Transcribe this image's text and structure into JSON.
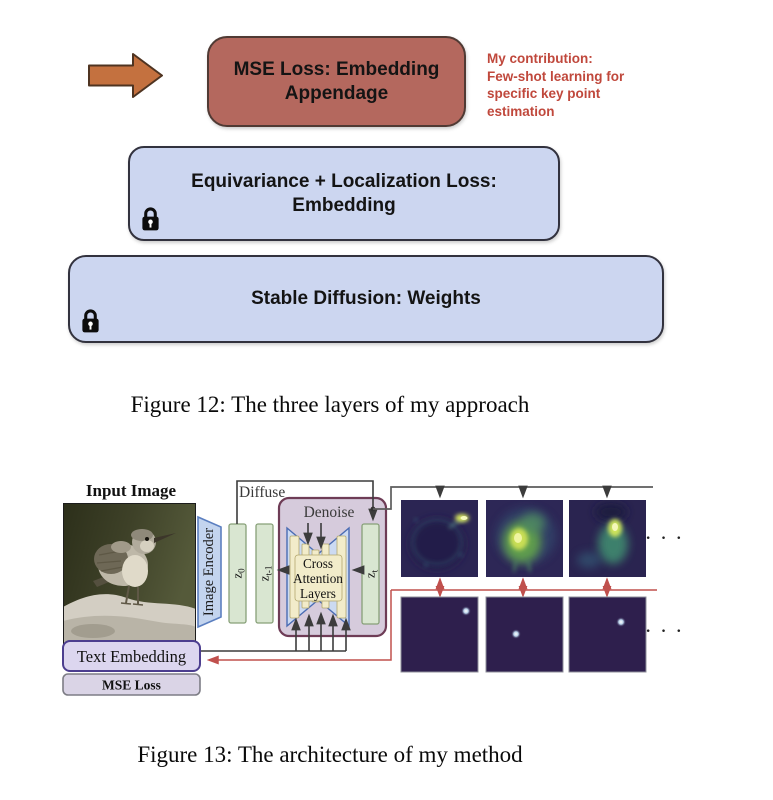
{
  "figure12": {
    "red_box_label": "MSE Loss: Embedding\nAppendage",
    "annotation_text": "My contribution:\nFew-shot learning for\nspecific key point\nestimation",
    "middle_box_label": "Equivariance + Localization Loss:\nEmbedding",
    "bottom_box_label": "Stable Diffusion: Weights",
    "caption": "Figure 12: The three layers of my approach"
  },
  "figure13": {
    "input_image_label": "Input Image",
    "image_encoder_label": "Image Encoder",
    "diffuse_label": "Diffuse",
    "denoise_label": "Denoise",
    "latents": {
      "z0": {
        "main": "z",
        "sub": "0"
      },
      "zt1": {
        "main": "z",
        "sub": "t-1"
      },
      "zt": {
        "main": "z",
        "sub": "t"
      }
    },
    "cross_attention": {
      "line1": "Cross",
      "line2": "Attention",
      "line3": "Layers"
    },
    "text_embedding_label": "Text Embedding",
    "mse_loss_label": "MSE Loss",
    "ellipsis_top": "· · ·",
    "ellipsis_bottom": "· · ·",
    "caption": "Figure 13: The architecture of my method"
  },
  "colors": {
    "arrow-fill": "#c4713f",
    "red-box": "#b4685e",
    "red-box-border": "#503a34",
    "annotation-red": "#c0483c",
    "blue-box": "#ccd6f0",
    "blue-box-border": "#32323e",
    "denoise-fill": "#d6cbdc",
    "denoise-border": "#6e3c56",
    "unet-blue": "#ccdaf2",
    "unet-border": "#4a6cb3",
    "cream": "#f2ecca",
    "cream-border": "#b3a76e",
    "latent-green": "#d9e6d1",
    "latent-border": "#87a078",
    "encoder-blue": "#c3d4ee",
    "encoder-border": "#5b7fc0",
    "lavender": "#dcd6ef",
    "lavender-border": "#4c3e8f",
    "mse-border": "#7d7d85",
    "line-dark": "#3c3c3c",
    "line-gray": "#5c5c5c",
    "red-line": "#c0504d",
    "heatmap-bg": "#2b2553",
    "keypoint-bg": "#2e1f4d"
  }
}
